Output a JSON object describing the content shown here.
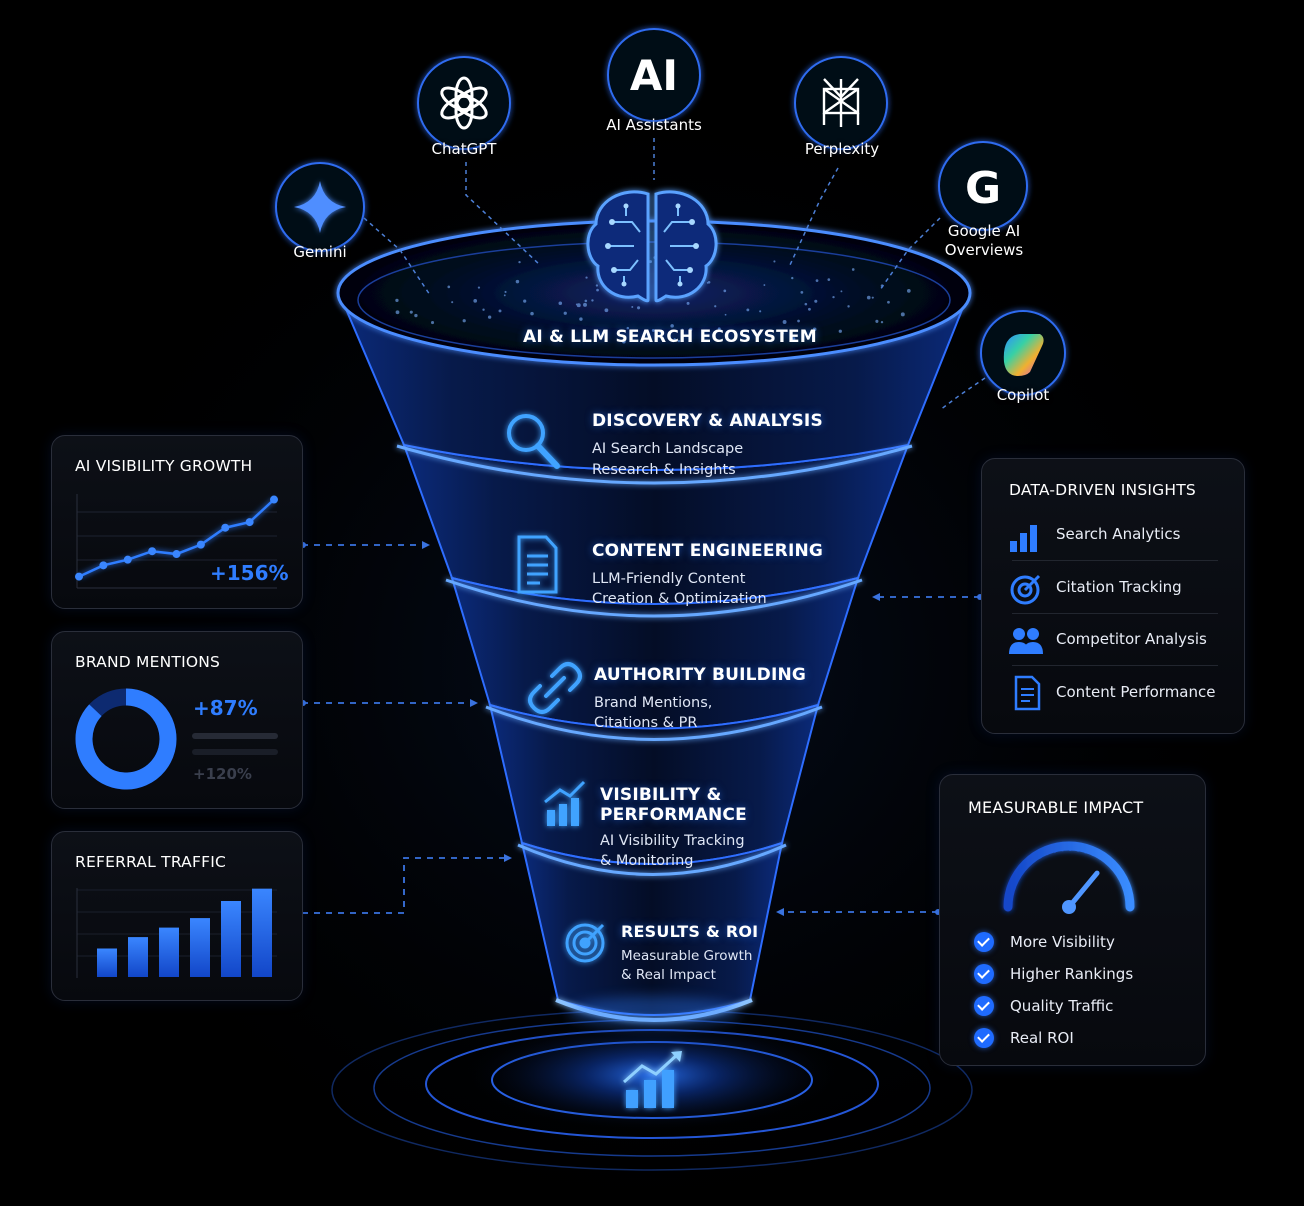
{
  "ecosystem_title": "AI & LLM SEARCH ECOSYSTEM",
  "sources": [
    {
      "name": "ChatGPT",
      "icon": "chatgpt-logo-icon"
    },
    {
      "name": "AI Assistants",
      "icon": "ai-text-icon",
      "icon_text": "AI"
    },
    {
      "name": "Perplexity",
      "icon": "perplexity-logo-icon"
    },
    {
      "name": "Gemini",
      "icon": "gemini-sparkle-icon"
    },
    {
      "name": "Google AI",
      "name_line2": "Overviews",
      "icon": "google-g-icon",
      "icon_text": "G"
    },
    {
      "name": "Copilot",
      "icon": "copilot-logo-icon"
    }
  ],
  "stages": [
    {
      "title": "DISCOVERY & ANALYSIS",
      "line1": "AI Search Landscape",
      "line2": "Research & Insights",
      "icon": "magnifier-icon"
    },
    {
      "title": "CONTENT ENGINEERING",
      "line1": "LLM-Friendly Content",
      "line2": "Creation & Optimization",
      "icon": "document-icon"
    },
    {
      "title": "AUTHORITY BUILDING",
      "line1": "Brand Mentions,",
      "line2": "Citations & PR",
      "icon": "link-icon"
    },
    {
      "title": "VISIBILITY &",
      "title_line2": "PERFORMANCE",
      "line1": "AI Visibility Tracking",
      "line2": "& Monitoring",
      "icon": "rising-bars-icon"
    },
    {
      "title": "RESULTS & ROI",
      "line1": "Measurable Growth",
      "line2": "& Real Impact",
      "icon": "target-icon"
    }
  ],
  "panels": {
    "visibility_growth": {
      "title": "AI VISIBILITY GROWTH",
      "metric": "+156%",
      "chart_data": {
        "type": "line",
        "values": [
          10,
          22,
          28,
          37,
          34,
          44,
          62,
          68,
          92
        ]
      }
    },
    "brand_mentions": {
      "title": "BRAND MENTIONS",
      "metric": "+87%",
      "secondary_metric": "+120%",
      "chart_data": {
        "type": "pie",
        "values": [
          87,
          13
        ]
      }
    },
    "referral_traffic": {
      "title": "REFERRAL TRAFFIC",
      "chart_data": {
        "type": "bar",
        "values": [
          30,
          42,
          52,
          62,
          80,
          93
        ]
      }
    },
    "insights": {
      "title": "DATA-DRIVEN INSIGHTS",
      "items": [
        {
          "label": "Search Analytics",
          "icon": "bar-chart-icon"
        },
        {
          "label": "Citation Tracking",
          "icon": "target-icon"
        },
        {
          "label": "Competitor Analysis",
          "icon": "users-icon"
        },
        {
          "label": "Content Performance",
          "icon": "document-icon"
        }
      ]
    },
    "impact": {
      "title": "MEASURABLE IMPACT",
      "items": [
        "More Visibility",
        "Higher Rankings",
        "Quality Traffic",
        "Real ROI"
      ],
      "gauge_level": 0.72
    }
  },
  "colors": {
    "accent": "#1f6bff",
    "glow": "#3a8dff",
    "background": "#000000"
  }
}
